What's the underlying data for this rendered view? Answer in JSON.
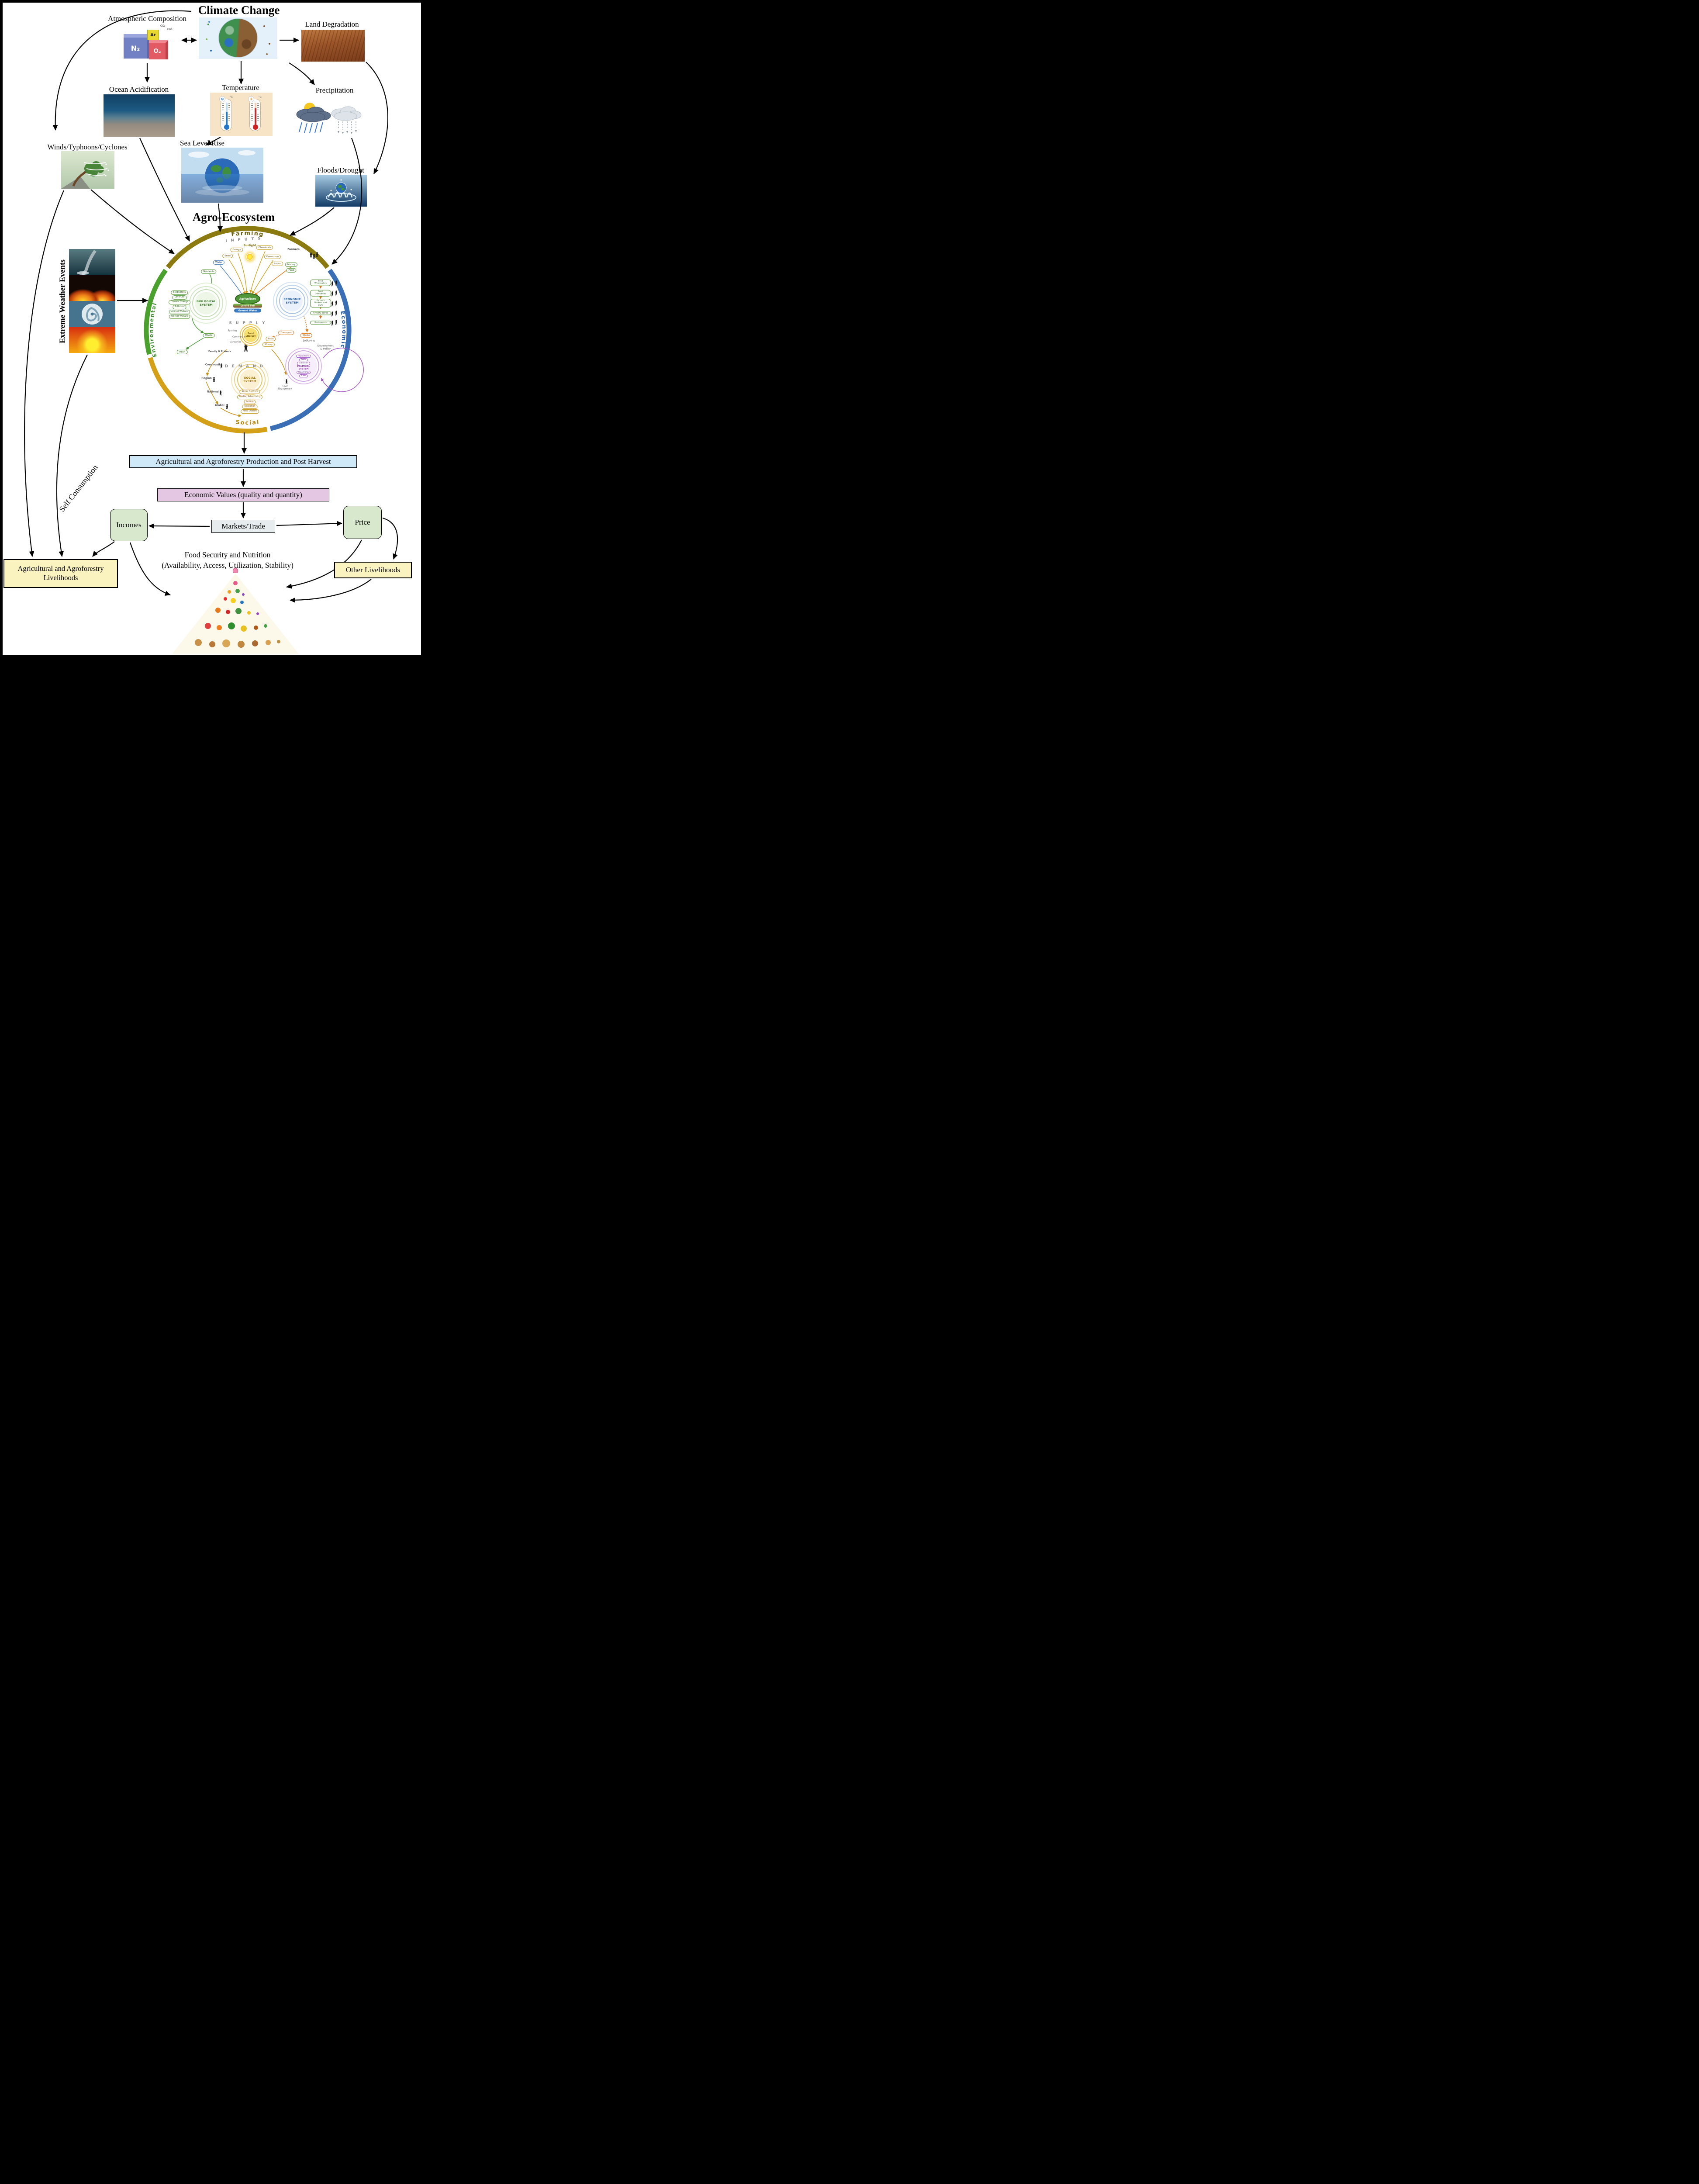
{
  "titles": {
    "climate": "Climate Change",
    "agro": "Agro-Ecosystem"
  },
  "top": {
    "atmospheric_composition": "Atmospheric Composition",
    "n2": "N₂",
    "o2": "O₂",
    "ar": "Ar",
    "co2": "CO₂",
    "rest": "rest",
    "land_degradation": "Land Degradation",
    "ocean_acidification": "Ocean Acidification",
    "temperature": "Temperature",
    "temp_unit": "°C",
    "precipitation": "Precipitation",
    "winds": "Winds/Typhoons/Cyclones",
    "sea_level_rise": "Sea Level Rise",
    "floods_drought": "Floods/Drought",
    "extreme_weather": "Extreme Weather Events"
  },
  "eco": {
    "ring": {
      "top": "Farming",
      "right": "Economic",
      "bottom": "Social",
      "left": "Environmental"
    },
    "inputs_title": "I N P U T S",
    "sunlight": "Sunlight",
    "input_pills": [
      "Energy",
      "Seed",
      "Water",
      "Chemicals",
      "Know-how",
      "Labor",
      "Money",
      "Food"
    ],
    "farmers": "Farmers",
    "nutrients": "Nutrients",
    "bio_pills": [
      "Biodiversity",
      "Land Use",
      "Climate Change",
      "Pollution",
      "Animal Welfare",
      "Worker Welfare"
    ],
    "systems": {
      "biological": [
        "BIOLOGICAL",
        "SYSTEM"
      ],
      "economic": [
        "ECONOMIC",
        "SYSTEM"
      ],
      "social": [
        "SOCIAL",
        "SYSTEM"
      ],
      "political": [
        "POLITICAL",
        "SYSTEM"
      ]
    },
    "center": {
      "agriculture": "Agriculture",
      "land_soil": "Land & Soil",
      "ground_water": "Ground Water",
      "food_literacy": [
        "Food",
        "Literacy"
      ]
    },
    "supply_title": "S U P P L Y",
    "supply_row": [
      "Farming",
      "Commercial",
      "Consumer"
    ],
    "waste_left": "Waste",
    "trash": "Trash",
    "food": "Food",
    "money": "Money",
    "transport": "Transport",
    "waste_right": "Waste",
    "lobbying": "Lobbying",
    "family": "Family & Friends",
    "demand_title": "D E M A N D",
    "demand_scale": [
      "Community",
      "Region",
      "National",
      "Global"
    ],
    "social_pills": [
      "Social Network",
      "Media / Advertising",
      "Access",
      "Education",
      "Food Culture"
    ],
    "civic": [
      "Civic",
      "Engagement"
    ],
    "gov": [
      "Government",
      "& Policy"
    ],
    "political_top": [
      "Regulations",
      "Taxes",
      "Subsidies"
    ],
    "political_bottom": [
      "Ownership",
      "Trade"
    ],
    "chain": [
      "Food Wholesalers",
      "Food Companies",
      "Farmers Markets and CSAs",
      "Grocery Stores",
      "Restaurants"
    ]
  },
  "flow": {
    "production": "Agricultural and Agroforestry Production and Post Harvest",
    "economic_values": "Economic Values (quality and quantity)",
    "markets": "Markets/Trade",
    "incomes": "Incomes",
    "price": "Price",
    "self_consumption": "Self Consumption",
    "food_security": [
      "Food Security and Nutrition",
      "(Availability, Access, Utilization, Stability)"
    ],
    "ag_livelihoods": [
      "Agricultural and Agroforestry",
      "Livelihoods"
    ],
    "other_livelihoods": "Other Livelihoods"
  },
  "colors": {
    "farming": "#8a7a10",
    "economic": "#3a6fb5",
    "social": "#d4a017",
    "environmental": "#4aa02c",
    "production_bg": "#cfe9f8",
    "economic_values_bg": "#e3c7e3",
    "markets_bg": "#e7ecef",
    "income_price_bg": "#d8e8cc",
    "livelihoods_bg": "#faf3c0"
  }
}
